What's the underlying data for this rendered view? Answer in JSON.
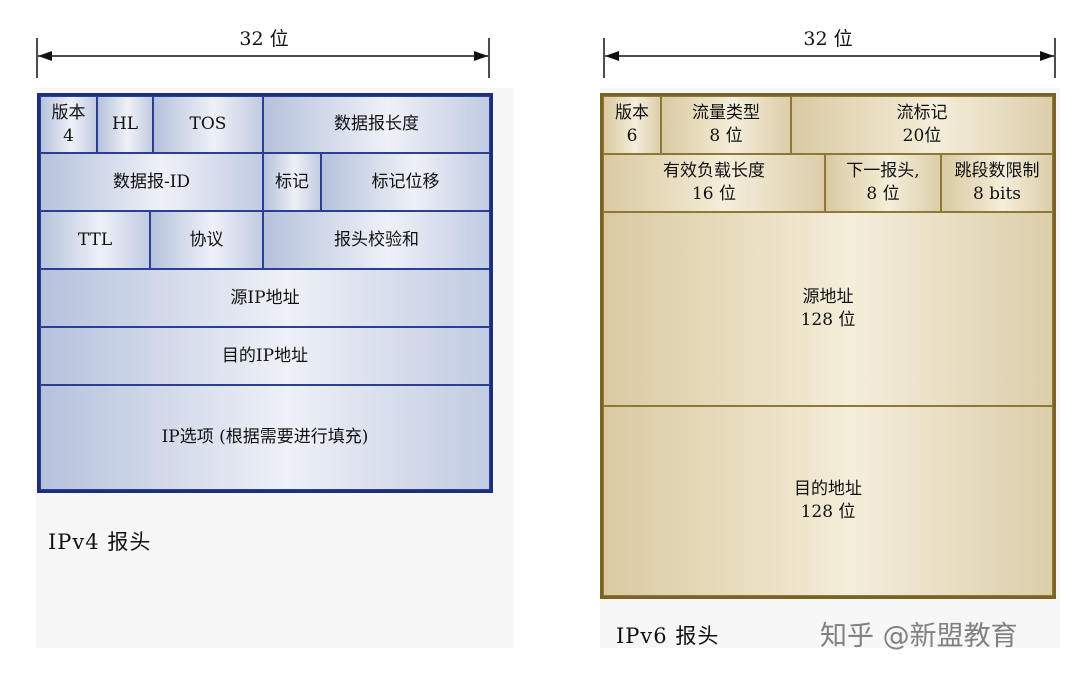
{
  "ipv4": {
    "width_label": "32 位",
    "caption": "IPv4 报头",
    "rows": [
      [
        {
          "label": "版本\n4"
        },
        {
          "label": "HL"
        },
        {
          "label": "TOS"
        },
        {
          "label": "数据报长度"
        }
      ],
      [
        {
          "label": "数据报-ID"
        },
        {
          "label": "标记"
        },
        {
          "label": "标记位移"
        }
      ],
      [
        {
          "label": "TTL"
        },
        {
          "label": "协议"
        },
        {
          "label": "报头校验和"
        }
      ],
      [
        {
          "label": "源IP地址"
        }
      ],
      [
        {
          "label": "目的IP地址"
        }
      ],
      [
        {
          "label": "IP选项 (根据需要进行填充)"
        }
      ]
    ]
  },
  "ipv6": {
    "width_label": "32 位",
    "caption": "IPv6 报头",
    "rows": [
      [
        {
          "label": "版本\n6"
        },
        {
          "label": "流量类型\n8 位"
        },
        {
          "label": "流标记\n20位"
        }
      ],
      [
        {
          "label": "有效负载长度\n16 位"
        },
        {
          "label": "下一报头,\n8 位"
        },
        {
          "label": "跳段数限制\n8 bits"
        }
      ],
      [
        {
          "label": "源地址\n128 位"
        }
      ],
      [
        {
          "label": "目的地址\n128 位"
        }
      ]
    ]
  },
  "watermark": "知乎 @新盟教育",
  "colors": {
    "ipv4_border": "#1c2f7a",
    "ipv6_border": "#7a6326"
  }
}
